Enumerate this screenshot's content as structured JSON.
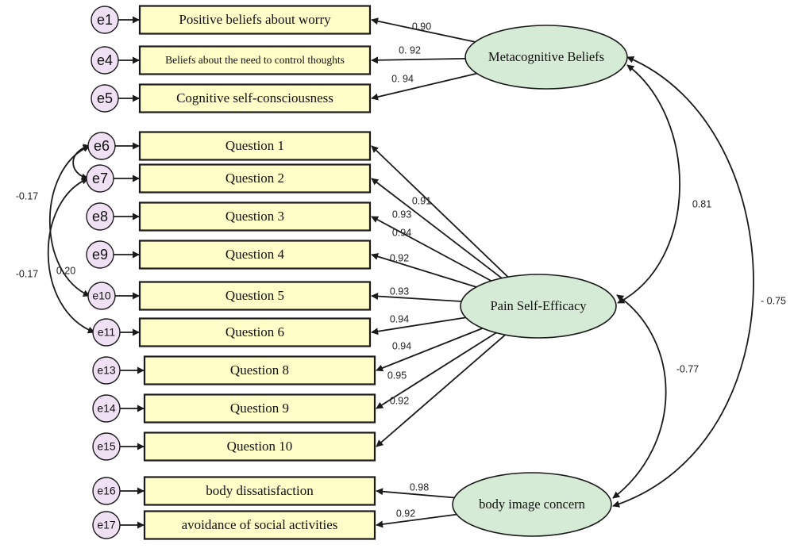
{
  "latents": {
    "meta": {
      "label": "Metacognitive Beliefs"
    },
    "pain": {
      "label": "Pain Self-Efficacy"
    },
    "body": {
      "label": "body image concern"
    }
  },
  "indicators": [
    {
      "error": "e1",
      "label": "Positive beliefs about worry",
      "loading": "0.90",
      "factor": "meta"
    },
    {
      "error": "e4",
      "label": "Beliefs about the need to control thoughts",
      "loading": "0. 92",
      "factor": "meta"
    },
    {
      "error": "e5",
      "label": "Cognitive self-consciousness",
      "loading": "0. 94",
      "factor": "meta"
    },
    {
      "error": "e6",
      "label": "Question 1",
      "loading": "0.91",
      "factor": "pain"
    },
    {
      "error": "e7",
      "label": "Question 2",
      "loading": "0.93",
      "factor": "pain"
    },
    {
      "error": "e8",
      "label": "Question 3",
      "loading": "0.94",
      "factor": "pain"
    },
    {
      "error": "e9",
      "label": "Question 4",
      "loading": "0.92",
      "factor": "pain"
    },
    {
      "error": "e10",
      "label": "Question 5",
      "loading": "0.93",
      "factor": "pain"
    },
    {
      "error": "e11",
      "label": "Question 6",
      "loading": "0.94",
      "factor": "pain"
    },
    {
      "error": "e13",
      "label": "Question 8",
      "loading": "0.94",
      "factor": "pain"
    },
    {
      "error": "e14",
      "label": "Question 9",
      "loading": "0.95",
      "factor": "pain"
    },
    {
      "error": "e15",
      "label": "Question 10",
      "loading": "0.92",
      "factor": "pain"
    },
    {
      "error": "e16",
      "label": "body dissatisfaction",
      "loading": "0.98",
      "factor": "body"
    },
    {
      "error": "e17",
      "label": "avoidance of social activities",
      "loading": "0.92",
      "factor": "body"
    }
  ],
  "latent_correlations": [
    {
      "from": "meta",
      "to": "pain",
      "value": "0.81"
    },
    {
      "from": "pain",
      "to": "body",
      "value": "-0.77"
    },
    {
      "from": "meta",
      "to": "body",
      "value": "- 0.75"
    }
  ],
  "error_correlations": [
    {
      "from": "e6",
      "to": "e7",
      "value": "-0.17"
    },
    {
      "from": "e6",
      "to": "e10",
      "value": "-0.17"
    },
    {
      "from": "e7",
      "to": "e11",
      "value": "0.20"
    }
  ],
  "colors": {
    "indicator_fill": "#fffdc8",
    "latent_fill": "#d6ebd6",
    "error_fill": "#efe0f3",
    "stroke": "#1a1a1a"
  }
}
